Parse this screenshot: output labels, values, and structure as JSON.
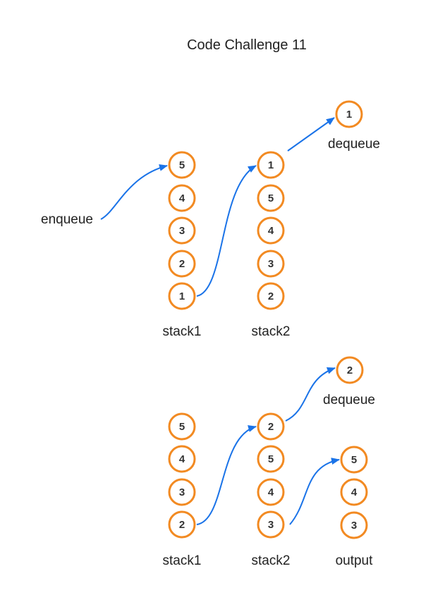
{
  "title": "Code Challenge 11",
  "colors": {
    "node_stroke": "#f28a22",
    "arrow": "#1a73e8",
    "text": "#222222"
  },
  "top": {
    "enqueue_label": "enqueue",
    "dequeue_label": "dequeue",
    "stack1_label": "stack1",
    "stack2_label": "stack2",
    "stack1": [
      "5",
      "4",
      "3",
      "2",
      "1"
    ],
    "stack2": [
      "1",
      "5",
      "4",
      "3",
      "2"
    ],
    "dequeued": "1"
  },
  "bottom": {
    "dequeue_label": "dequeue",
    "stack1_label": "stack1",
    "stack2_label": "stack2",
    "output_label": "output",
    "stack1": [
      "5",
      "4",
      "3",
      "2"
    ],
    "stack2": [
      "2",
      "5",
      "4",
      "3"
    ],
    "output": [
      "5",
      "4",
      "3"
    ],
    "dequeued": "2"
  }
}
